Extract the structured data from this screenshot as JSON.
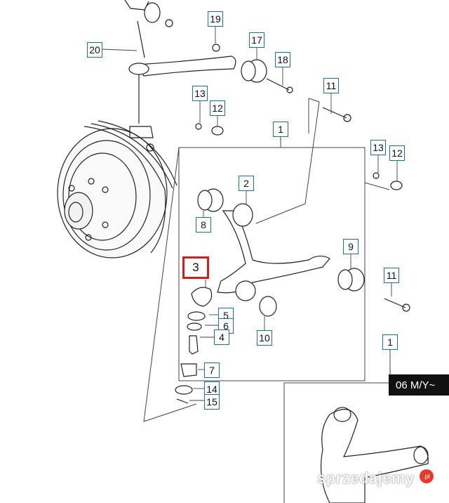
{
  "callouts": {
    "c20": "20",
    "c19": "19",
    "c17": "17",
    "c18": "18",
    "c13a": "13",
    "c12a": "12",
    "c11a": "11",
    "c1a": "1",
    "c13b": "13",
    "c12b": "12",
    "c2": "2",
    "c8": "8",
    "c9": "9",
    "c3": "3",
    "c11b": "11",
    "c5": "5",
    "c6": "6",
    "c4": "4",
    "c10": "10",
    "c7": "7",
    "c14": "14",
    "c15": "15",
    "c1b": "1"
  },
  "highlight_color": "#d11f1f",
  "callout_border_color": "#1f6f8f",
  "badge": {
    "label": "06 M/Y~"
  },
  "watermark": {
    "text": "sprzedajemy",
    "suffix": ".pl"
  }
}
